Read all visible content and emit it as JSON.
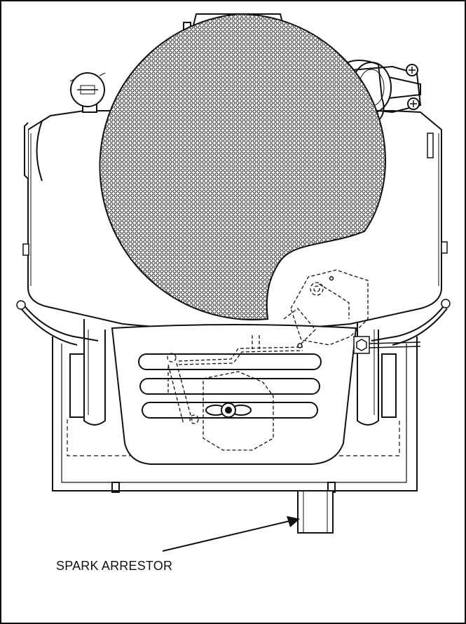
{
  "callouts": {
    "spark_arrestor": "SPARK ARRESTOR"
  },
  "colors": {
    "line": "#111111",
    "background": "#ffffff"
  },
  "icons": [
    "grille-mesh",
    "fuel-cap",
    "muffler-guard",
    "wing-nut",
    "hex-nut"
  ]
}
